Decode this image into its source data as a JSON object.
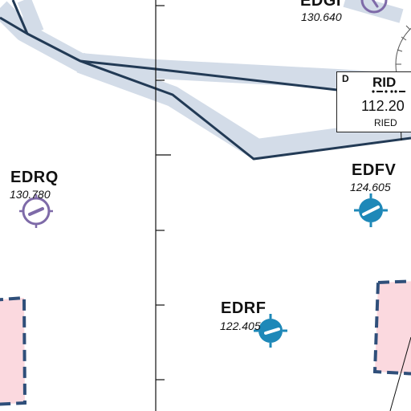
{
  "airports": [
    {
      "id": "EDGI",
      "freq": "130.640",
      "symbol": "purple-circle"
    },
    {
      "id": "EDRQ",
      "freq": "130.780",
      "symbol": "purple-circle"
    },
    {
      "id": "EDFV",
      "freq": "124.605",
      "symbol": "blue-circle"
    },
    {
      "id": "EDRF",
      "freq": "122.405",
      "symbol": "blue-circle"
    }
  ],
  "navaid": {
    "class": "D",
    "id": "RID",
    "freq": "112.20",
    "code": "RIED"
  },
  "colors": {
    "airway_fill": "#d3dce8",
    "airway_edge": "#223a55",
    "restricted_fill": "#fbd9df",
    "restricted_edge": "#2f4f7a",
    "airport_blue": "#1e88b8",
    "airport_purple": "#7e6aa8"
  },
  "icons": [
    "airport-circle-icon",
    "compass-rose-icon",
    "vor-dme-icon"
  ]
}
